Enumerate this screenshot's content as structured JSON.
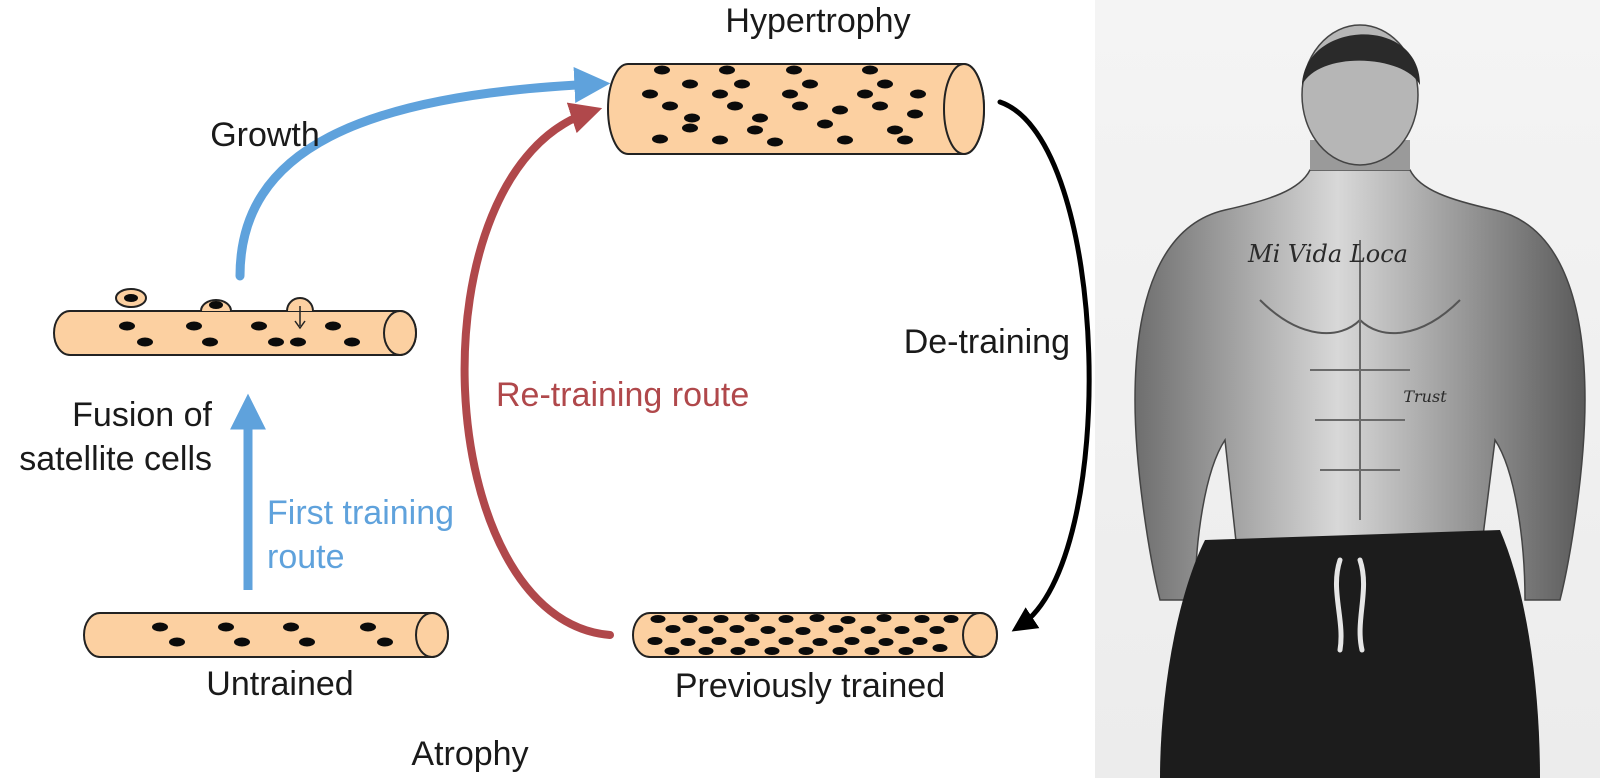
{
  "labels": {
    "hypertrophy": "Hypertrophy",
    "growth": "Growth",
    "fusion_line1": "Fusion of",
    "fusion_line2": "satellite cells",
    "first_training_line1": "First training",
    "first_training_line2": "route",
    "retraining": "Re-training route",
    "detraining": "De-training",
    "untrained": "Untrained",
    "previously_trained": "Previously trained",
    "atrophy": "Atrophy"
  },
  "colors": {
    "fiber_fill": "#fcd0a1",
    "fiber_stroke": "#222222",
    "nucleus": "#0b0b0b",
    "blue_route": "#5fa2dc",
    "red_route": "#b0484b",
    "detraining_arrow": "#000000"
  },
  "photo": {
    "subject": "shirtless-athlete-photo",
    "tattoo_text": "Mi Vida Loca",
    "tattoo_text_2": "Trust"
  }
}
